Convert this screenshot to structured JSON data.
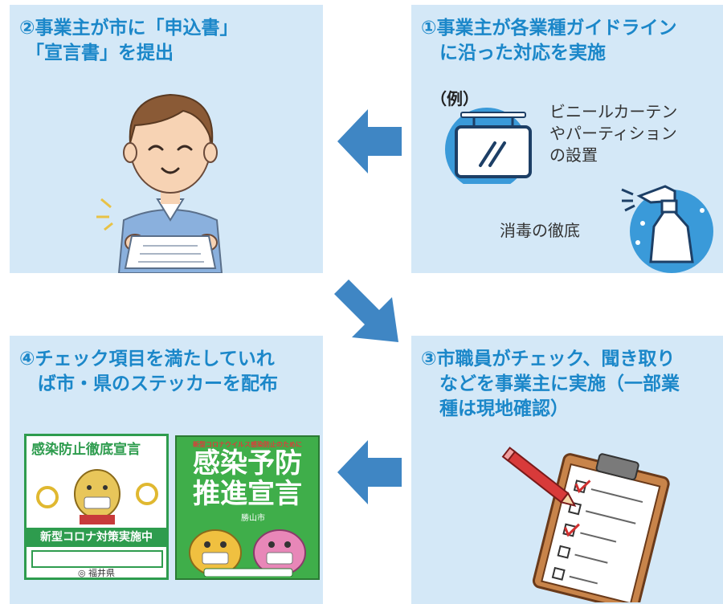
{
  "steps": [
    {
      "title": "①事業主が各業種ガイドライン\n　に沿った対応を実施"
    },
    {
      "title": "②事業主が市に「申込書」\n 「宣言書」を提出"
    },
    {
      "title": "③市職員がチェック、聞き取り\n　などを事業主に実施（一部業\n　種は現地確認）"
    },
    {
      "title": "④チェック項目を満たしていれ\n　ば市・県のステッカーを配布"
    }
  ],
  "examples": {
    "label": "（例）",
    "item1": "ビニールカーテン\nやパーティション\nの設置",
    "item2": "消毒の徹底"
  },
  "sticker_left": {
    "title": "感染防止徹底宣言",
    "band": "新型コロナ対策実施中",
    "footer": "◎ 福井県"
  },
  "sticker_right": {
    "top": "新型コロナウイルス感染防止のために",
    "headline1": "感染予防",
    "headline2": "推進宣言",
    "city": "勝山市"
  },
  "colors": {
    "panel_bg": "#d4e8f7",
    "title": "#1b87c9",
    "arrow": "#3f86c4",
    "sticker_green": "#2e9c4e"
  }
}
